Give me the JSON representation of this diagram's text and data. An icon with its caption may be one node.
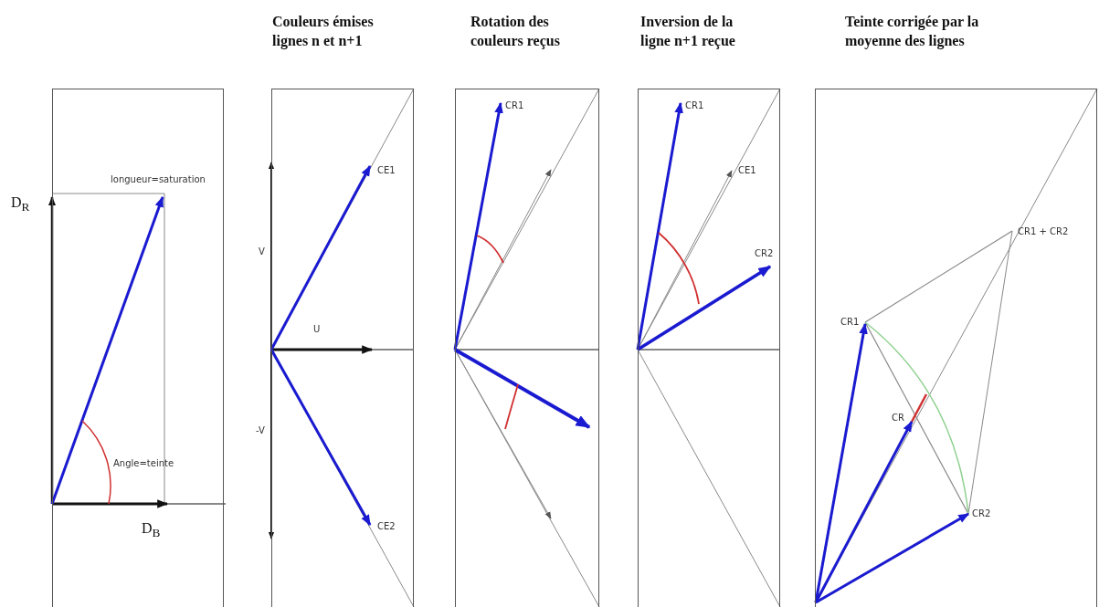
{
  "diagram": {
    "nodes": [
      {
        "text": [],
        "shape": "box"
      },
      {
        "text": [
          "Couleurs émises lignes n et n+1"
        ]
      },
      {
        "text": [
          "Rotation des couleurs reçus"
        ]
      },
      {
        "text": [
          "Inversion de la ligne n+1 reçue"
        ]
      },
      {
        "text": [
          "Teinte corrigée par la moyenne des lignes"
        ]
      }
    ],
    "labels": [
      "longueur=saturation",
      "D$_{R}$",
      "Angle=teinte",
      "D$_{B}$",
      "CE1",
      "V",
      "U",
      "-V",
      "CE2",
      "CR1",
      "CR1",
      "CE1",
      "CR2",
      "CR1 + CR2",
      "CR1",
      "CR",
      "CR2"
    ]
  }
}
